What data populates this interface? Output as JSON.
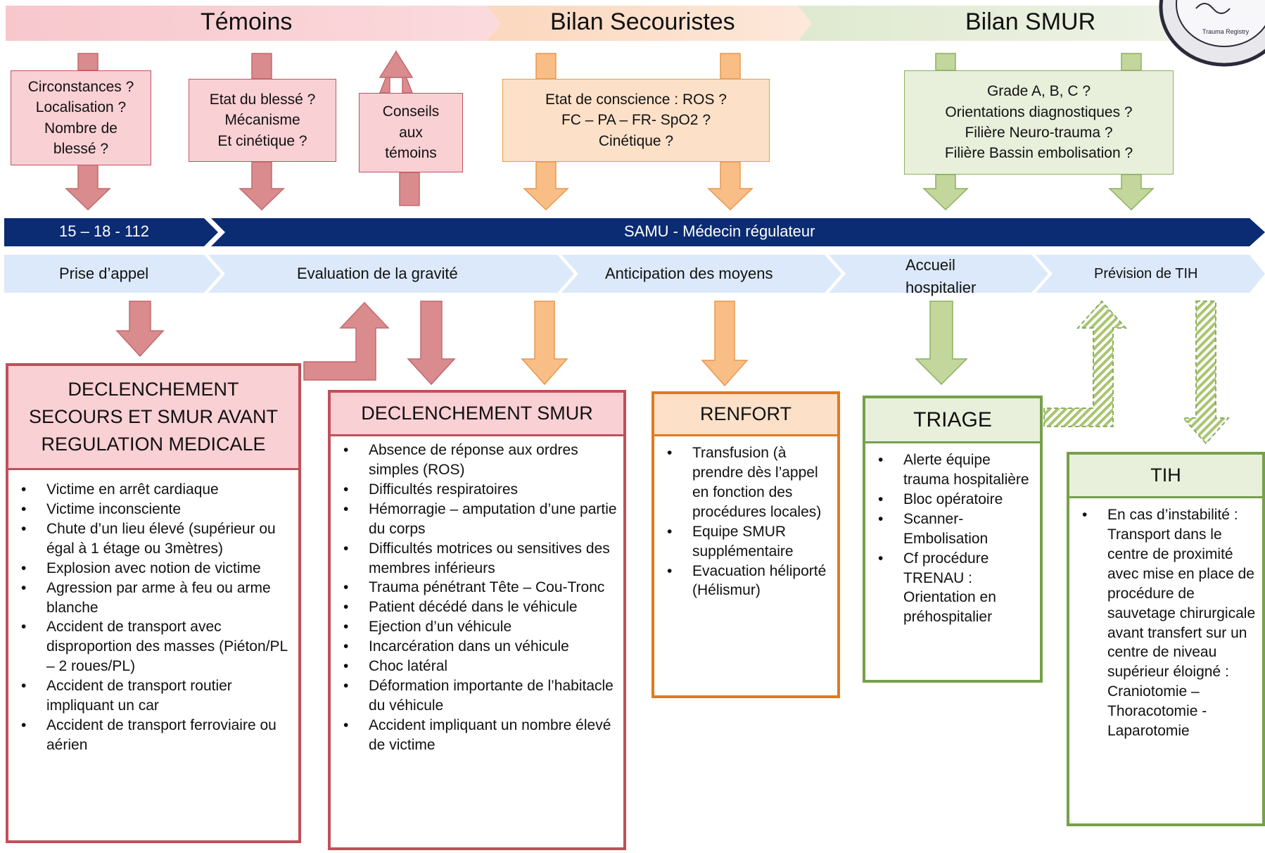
{
  "bands": [
    {
      "label": "Témoins"
    },
    {
      "label": "Bilan Secouristes"
    },
    {
      "label": "Bilan SMUR"
    }
  ],
  "questions": {
    "q1": [
      "Circonstances ?",
      "Localisation ?",
      "Nombre de",
      "blessé ?"
    ],
    "q2": [
      "Etat du blessé ?",
      "Mécanisme",
      "Et cinétique ?"
    ],
    "q3": [
      "Conseils",
      "aux",
      "témoins"
    ],
    "q4": [
      "Etat de conscience : ROS ?",
      "FC – PA – FR- SpO2 ?",
      "Cinétique ?"
    ],
    "q5": [
      "Grade A, B, C ?",
      "Orientations diagnostiques ?",
      "Filière Neuro-trauma ?",
      "Filière Bassin embolisation ?"
    ]
  },
  "timeline": {
    "left": "15 – 18 - 112",
    "right": "SAMU - Médecin régulateur"
  },
  "steps": [
    {
      "label": "Prise d’appel"
    },
    {
      "label": "Evaluation de la gravité"
    },
    {
      "label": "Anticipation des moyens"
    },
    {
      "label": "Accueil",
      "label2": "hospitalier"
    },
    {
      "label": "Prévision de TIH"
    }
  ],
  "cards": {
    "declenchement_avant": {
      "title": [
        "DECLENCHEMENT",
        "SECOURS ET SMUR AVANT",
        "REGULATION MEDICALE"
      ],
      "items": [
        "Victime en arrêt cardiaque",
        "Victime inconsciente",
        "Chute d’un lieu élevé (supérieur ou égal à 1 étage ou 3mètres)",
        "Explosion avec notion de victime",
        "Agression par arme à feu ou arme blanche",
        "Accident de transport avec disproportion des masses (Piéton/PL – 2 roues/PL)",
        "Accident de transport routier impliquant un car",
        "Accident de transport ferroviaire ou aérien"
      ]
    },
    "declenchement_smur": {
      "title": [
        "DECLENCHEMENT SMUR"
      ],
      "items": [
        "Absence de réponse aux ordres simples (ROS)",
        "Difficultés respiratoires",
        "Hémorragie – amputation d’une partie du corps",
        "Difficultés motrices ou sensitives des membres inférieurs",
        "Trauma pénétrant Tête – Cou-Tronc",
        "Patient décédé dans le véhicule",
        "Ejection d’un véhicule",
        "Incarcération dans un véhicule",
        "Choc latéral",
        "Déformation importante de l’habitacle du véhicule",
        "Accident impliquant un nombre élevé de victime"
      ]
    },
    "renfort": {
      "title": [
        "RENFORT"
      ],
      "items": [
        "Transfusion (à prendre dès l’appel en fonction des procédures locales)",
        "Equipe SMUR supplémentaire",
        "Evacuation héliporté (Hélismur)"
      ]
    },
    "triage": {
      "title": [
        "TRIAGE"
      ],
      "items": [
        "Alerte équipe trauma hospitalière",
        "Bloc opératoire",
        "Scanner-Embolisation",
        "Cf procédure TRENAU : Orientation en préhospitalier"
      ]
    },
    "tih": {
      "title": [
        "TIH"
      ],
      "items": [
        "En cas d’instabilité : Transport dans le centre de proximité avec mise en place de procédure de sauvetage chirurgicale avant transfert  sur un centre de niveau supérieur éloigné : Craniotomie – Thoracotomie - Laparotomie"
      ]
    }
  },
  "logo": {
    "text": "Trauma Registry"
  },
  "colors": {
    "pink": "#f9d0d4",
    "pink_arrow": "#d98b8d",
    "orange": "#fde0c8",
    "orange_arrow": "#f9bd86",
    "green": "#e8f0dc",
    "green_arrow": "#c3d69b",
    "timeline": "#0b2b72",
    "steps": "#dce9fa"
  }
}
